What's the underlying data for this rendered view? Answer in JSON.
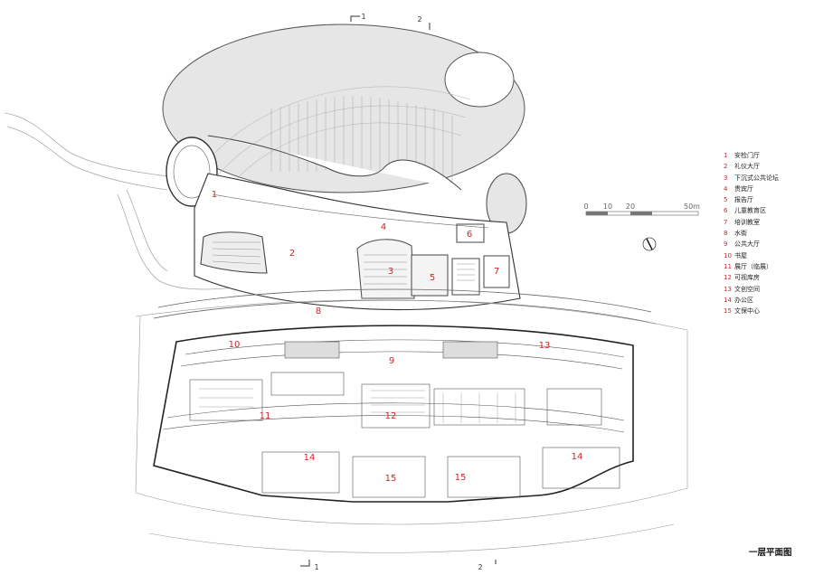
{
  "legend": [
    {
      "num": "1",
      "label": "安检门厅"
    },
    {
      "num": "2",
      "label": "礼仪大厅"
    },
    {
      "num": "3",
      "label": "下沉式公共论坛"
    },
    {
      "num": "4",
      "label": "贵宾厅"
    },
    {
      "num": "5",
      "label": "报告厅"
    },
    {
      "num": "6",
      "label": "儿童教育区"
    },
    {
      "num": "7",
      "label": "培训教室"
    },
    {
      "num": "8",
      "label": "水街"
    },
    {
      "num": "9",
      "label": "公共大厅"
    },
    {
      "num": "10",
      "label": "书屋"
    },
    {
      "num": "11",
      "label": "展厅（临展）"
    },
    {
      "num": "12",
      "label": "可视库房"
    },
    {
      "num": "13",
      "label": "文创空间"
    },
    {
      "num": "14",
      "label": "办公区"
    },
    {
      "num": "15",
      "label": "文保中心"
    }
  ],
  "title": "一层平面图",
  "scale_labels": [
    "0",
    "10",
    "20",
    "50m"
  ],
  "section_marks": [
    "1",
    "2",
    "1",
    "2"
  ],
  "room_labels": [
    "1",
    "2",
    "3",
    "4",
    "5",
    "6",
    "7",
    "8",
    "9",
    "10",
    "11",
    "12",
    "13",
    "14",
    "14",
    "15",
    "15"
  ],
  "colors": {
    "room_label": "#d0252b",
    "linework": "#444444",
    "canopy": "#e6e6e6"
  }
}
